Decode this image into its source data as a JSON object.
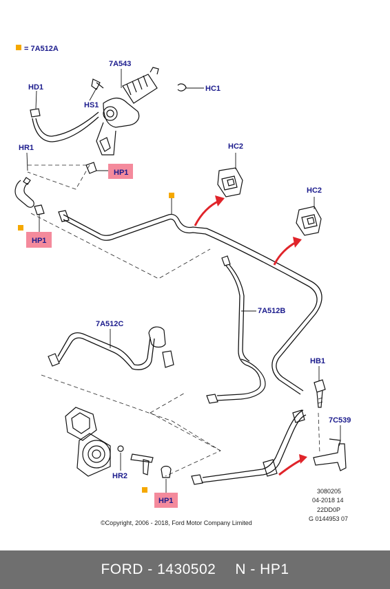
{
  "legend": {
    "text": "= 7A512A",
    "marker_color": "#f5a800"
  },
  "colors": {
    "label": "#1a1a8c",
    "highlight_fill": "#f48a9c",
    "arrow": "#e0242a",
    "footer_bg": "#6f6f6f"
  },
  "labels": {
    "l_7A543": "7A543",
    "l_HD1": "HD1",
    "l_HS1": "HS1",
    "l_HC1": "HC1",
    "l_HR1": "HR1",
    "l_HC2_a": "HC2",
    "l_HC2_b": "HC2",
    "l_7A512B": "7A512B",
    "l_7A512C": "7A512C",
    "l_HB1": "HB1",
    "l_7C539": "7C539",
    "l_HR2": "HR2"
  },
  "highlights": {
    "hp1_a": "HP1",
    "hp1_b": "HP1",
    "hp1_c": "HP1"
  },
  "reference": {
    "line1": "3080205",
    "line2": "04-2018 14",
    "line3": "22DD0P",
    "line4": "G 0144953 07"
  },
  "copyright": "©Copyright, 2006 - 2018, Ford Motor Company Limited",
  "footer": {
    "brand": "FORD - 1430502",
    "part": "N - HP1"
  }
}
